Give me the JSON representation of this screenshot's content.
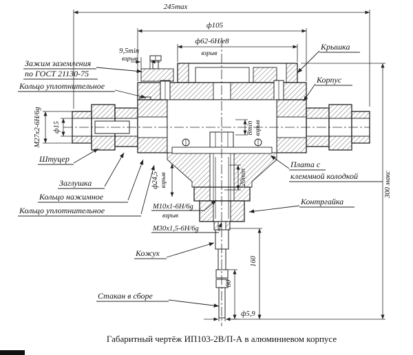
{
  "caption": "Габаритный чертёж  ИП103-2В/П-А в алюминиевом корпусе",
  "labels": {
    "ground_clamp_line1": "Зажим заземления",
    "ground_clamp_line2": "по ГОСТ 21130-75",
    "oring_top": "Кольцо уплотнительное",
    "fitting": "Штуцер",
    "plug": "Заглушка",
    "pressure_ring": "Кольцо нажимное",
    "oring_bottom": "Кольцо уплотнительное",
    "cover": "Крышка",
    "housing": "Корпус",
    "board_line1": "Плата с",
    "board_line2": "клеммной колодкой",
    "locknut": "Контргайка",
    "casing": "Кожух",
    "cup_assembly": "Стакан в сборе"
  },
  "dims": {
    "overall_width": "245max",
    "flange_dia": "ф105",
    "boss_dia": "ф62-6Н/е8",
    "boss_dia_note": "взрыв",
    "clamp_min": "9,5min",
    "clamp_min_note": "взрыв",
    "entry_thread": "М27х2-6Н/6g",
    "bore_dia": "ф15",
    "cable_dia": "ф24,5",
    "cable_dia_note": "взрыв",
    "gap_min": "8min",
    "gap_min_note": "взрыв",
    "depth_min": "20min",
    "inner_thread": "М10х1-6Н/6g",
    "inner_thread_note": "взрыв",
    "mount_thread": "М30х1,5-6Н/6g",
    "overall_height": "300 макс",
    "tube_len": "160",
    "tip_len": "80",
    "tip_dia": "ф5,9"
  }
}
